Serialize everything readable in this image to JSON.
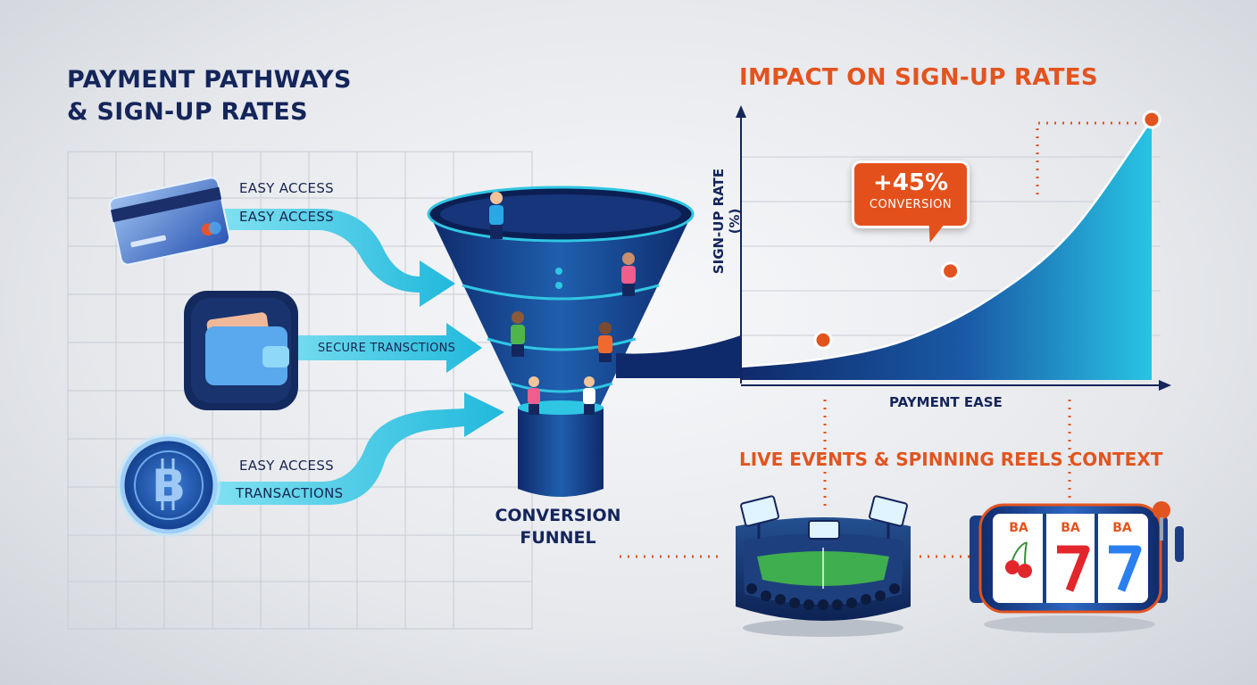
{
  "left_title": {
    "line1": "PAYMENT PATHWAYS",
    "line2": "& SIGN-UP RATES"
  },
  "pathways": [
    {
      "icon": "credit-card-icon",
      "label_top": "EASY ACCESS",
      "label_arrow": "EASY ACCESS"
    },
    {
      "icon": "wallet-icon",
      "label_arrow": "SECURE TRANSCTIONS"
    },
    {
      "icon": "bitcoin-icon",
      "label_top": "EASY ACCESS",
      "label_arrow": "TRANSACTIONS"
    }
  ],
  "funnel": {
    "label_line1": "CONVERSION",
    "label_line2": "FUNNEL"
  },
  "colors": {
    "navy": "#14255a",
    "accent_orange": "#e2541f",
    "cyan": "#2fc6e3"
  },
  "chart_data": {
    "type": "area",
    "title": "IMPACT ON SIGN-UP RATES",
    "xlabel": "PAYMENT EASE",
    "ylabel": "SIGN-UP RATE (%)",
    "annotation": {
      "value": "+45%",
      "text": "CONVERSION"
    },
    "x": [
      0,
      0.2,
      0.4,
      0.6,
      0.8,
      1.0
    ],
    "y": [
      0.05,
      0.08,
      0.15,
      0.3,
      0.55,
      0.98
    ],
    "marked_points": [
      {
        "x": 0.2,
        "y": 0.15
      },
      {
        "x": 0.51,
        "y": 0.41
      },
      {
        "x": 1.0,
        "y": 0.98
      }
    ],
    "grid": true
  },
  "context": {
    "title": "LIVE EVENTS & SPINNING REELS CONTEXT",
    "items": [
      {
        "icon": "stadium-icon"
      },
      {
        "icon": "slot-machine-icon"
      }
    ],
    "slot_symbols": [
      "BA",
      "BA",
      "BA"
    ]
  }
}
